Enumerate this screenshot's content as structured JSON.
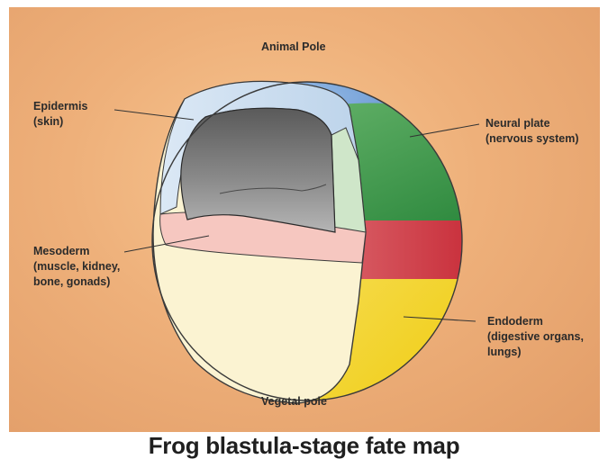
{
  "labels": {
    "animal_pole": "Animal Pole",
    "epidermis_line1": "Epidermis",
    "epidermis_line2": "(skin)",
    "neural_line1": "Neural plate",
    "neural_line2": "(nervous system)",
    "mesoderm_line1": "Mesoderm",
    "mesoderm_line2": "(muscle, kidney,",
    "mesoderm_line3": "bone, gonads)",
    "endoderm_line1": "Endoderm",
    "endoderm_line2": "(digestive organs,",
    "endoderm_line3": "lungs)",
    "vegetal_pole": "Vegetal pole"
  },
  "title": "Frog blastula-stage fate map",
  "colors": {
    "epidermis": "#5b8fcf",
    "neural_plate": "#3f9a4f",
    "mesoderm": "#d9575e",
    "endoderm": "#f2d22e",
    "interior_cavity": "#8a8a8a",
    "background": "#eeb07a"
  }
}
